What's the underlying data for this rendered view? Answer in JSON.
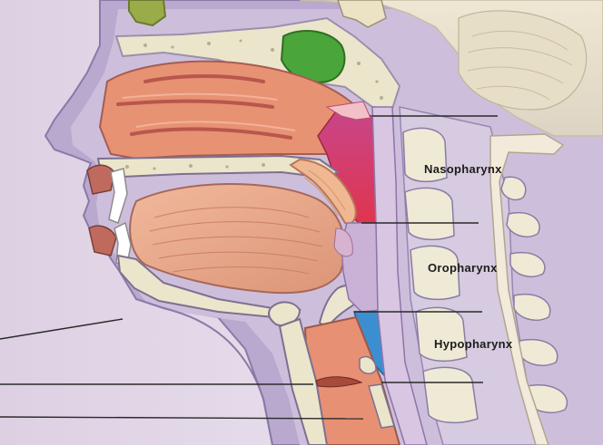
{
  "labels": {
    "nasopharynx": "Nasopharynx",
    "oropharynx": "Oropharynx",
    "hypopharynx": "Hypopharynx"
  },
  "colors": {
    "background": "#e6dcea",
    "skin": "#b7a9cc",
    "bone": "#e9e3c8",
    "nasopharynx_highlight": "#d7415e",
    "hypopharynx_highlight": "#3b8fd1",
    "tongue": "#e9a68c",
    "sinus_green": "#4aa53a"
  }
}
